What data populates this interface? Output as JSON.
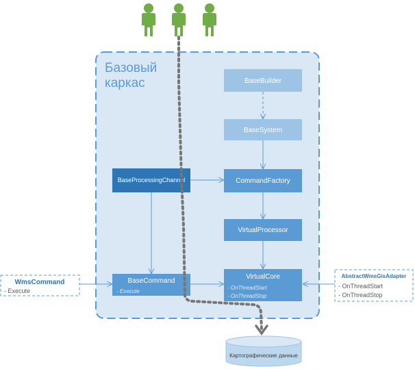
{
  "framework": {
    "title_line1": "Базовый",
    "title_line2": "каркас"
  },
  "boxes": {
    "base_builder": "BaseBuilder",
    "base_system": "BaseSystem",
    "command_factory": "CommandFactory",
    "virtual_processor": "VirtualProcessor",
    "virtual_core": "VirtualCore",
    "base_processing_channel": "BaseProcessingChannel",
    "base_command": "BaseCommand"
  },
  "virtual_core_methods": [
    "- OnThreadStart",
    "- OnThreadStop"
  ],
  "base_command_methods": [
    "- Execute"
  ],
  "wms_command": {
    "title": "WmsCommand",
    "items": [
      "- Execute"
    ]
  },
  "gis_adapter": {
    "title": "AbstractWmsGisAdapter",
    "items": [
      "- OnThreadStart",
      "- OnThreadStop"
    ]
  },
  "database": {
    "label": "Картографические данные"
  },
  "colors": {
    "frame_fill": "#dae7f4",
    "frame_border": "#5b9bd5",
    "light_box": "#9dc3e6",
    "medium_box": "#5b9bd5",
    "dark_box": "#2e75b6",
    "arrow": "#5b9bd5",
    "user": "#70ad47",
    "path_dots": "#767676"
  },
  "icons": [
    "user-icon",
    "database-icon"
  ]
}
